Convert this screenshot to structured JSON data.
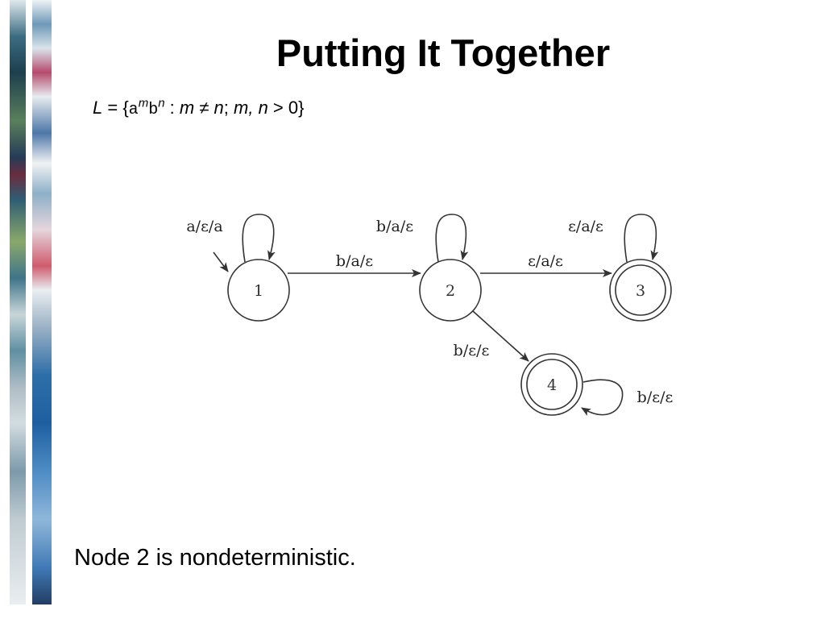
{
  "slide": {
    "title": "Putting It Together",
    "note": "Node 2 is nondeterministic."
  },
  "formula": {
    "lhs": "L",
    "eq": " = {",
    "a": "a",
    "m_sup": "m",
    "b": "b",
    "n_sup": "n",
    "colon": " : ",
    "m": "m",
    "neq": " ≠ ",
    "n": "n",
    "sep": "; ",
    "mn": "m, n",
    "gt": " > 0}"
  },
  "diagram": {
    "states": [
      {
        "id": "1",
        "accepting": false,
        "start": true
      },
      {
        "id": "2",
        "accepting": false,
        "start": false
      },
      {
        "id": "3",
        "accepting": true,
        "start": false
      },
      {
        "id": "4",
        "accepting": true,
        "start": false
      }
    ],
    "transitions": [
      {
        "from": "1",
        "to": "1",
        "label": "a/ε/a"
      },
      {
        "from": "1",
        "to": "2",
        "label": "b/a/ε"
      },
      {
        "from": "2",
        "to": "2",
        "label": "b/a/ε"
      },
      {
        "from": "2",
        "to": "3",
        "label": "ε/a/ε"
      },
      {
        "from": "3",
        "to": "3",
        "label": "ε/a/ε"
      },
      {
        "from": "2",
        "to": "4",
        "label": "b/ε/ε"
      },
      {
        "from": "4",
        "to": "4",
        "label": "b/ε/ε"
      }
    ]
  },
  "colors": {
    "text": "#000000",
    "line": "#333333"
  }
}
